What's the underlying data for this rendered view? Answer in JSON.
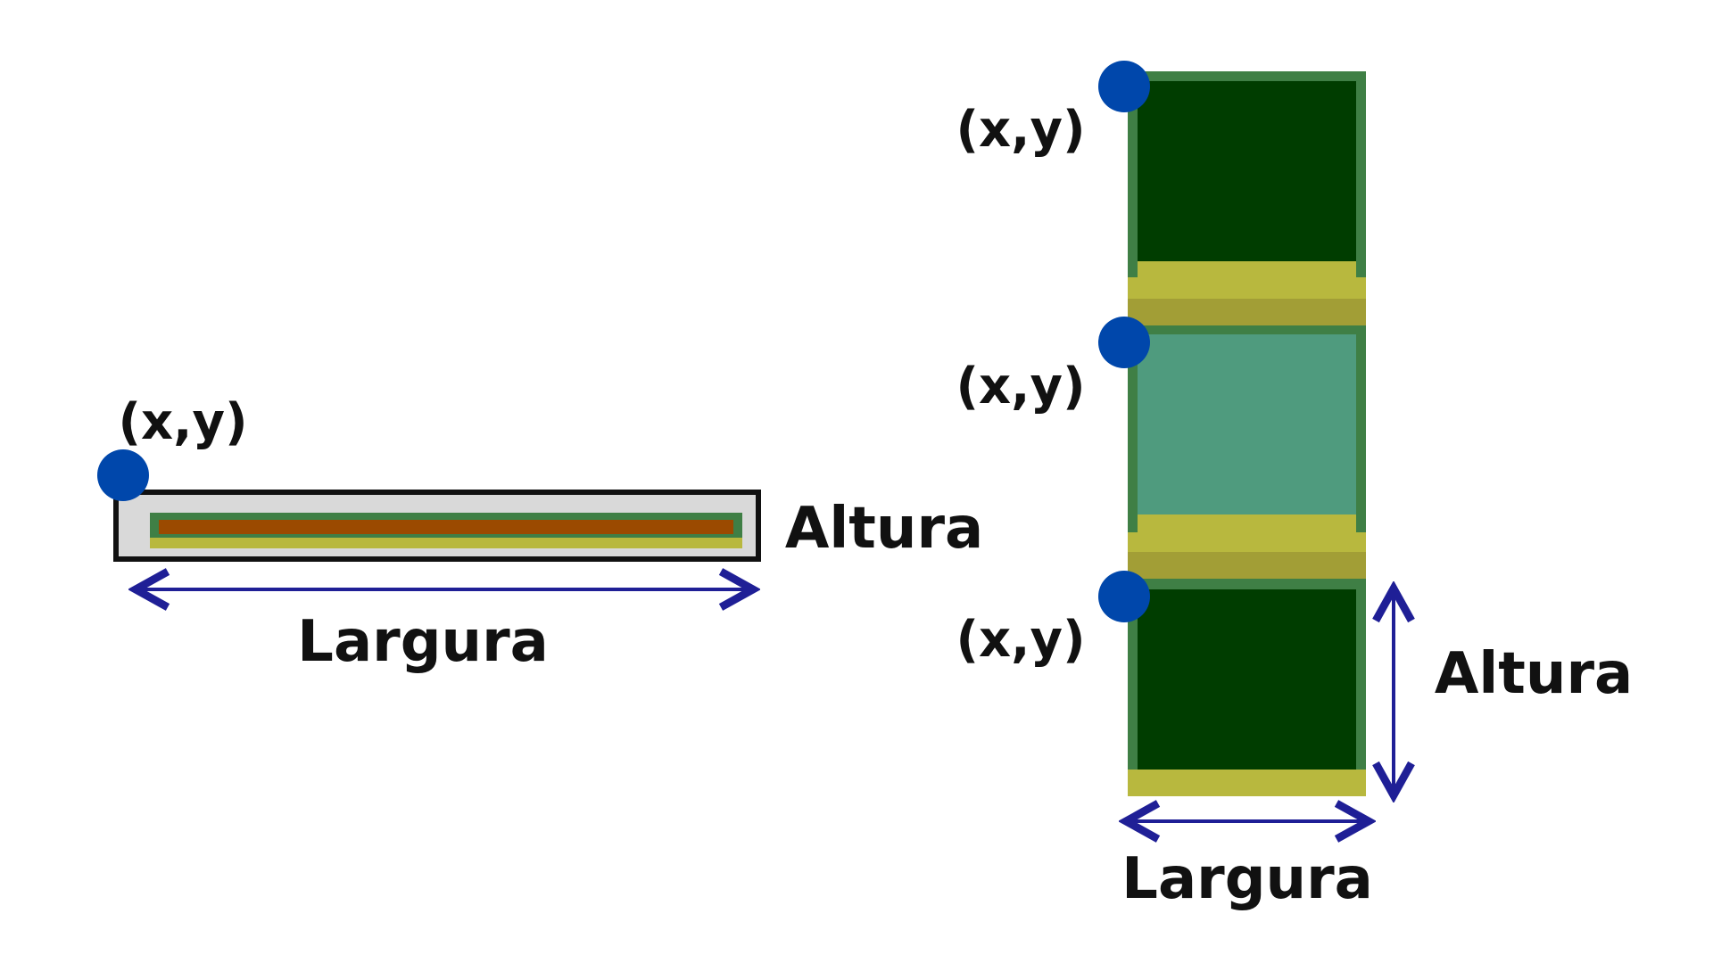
{
  "labels": {
    "coordinate": "(x,y)",
    "width": "Largura",
    "height": "Altura"
  },
  "colors": {
    "point": "#0047ab",
    "dimension_arrow": "#1f1f96",
    "outline": "#111111",
    "frame_fill": "#d9d9d9",
    "pad_green": "#3f7f45",
    "copper_orange": "#9b4a00",
    "yellow": "#b8b83e",
    "yellow_dark": "#a29e36",
    "dark_green": "#003d00",
    "teal": "#4f9b7e"
  }
}
